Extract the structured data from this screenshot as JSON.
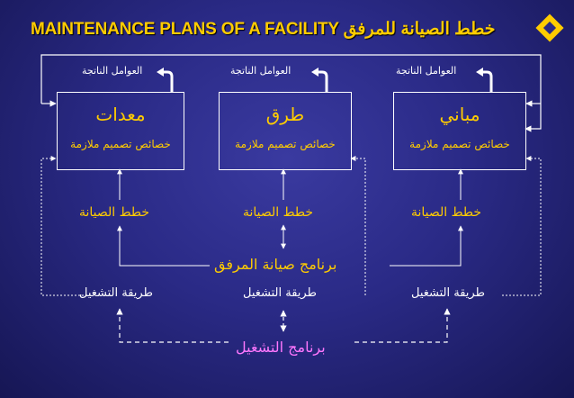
{
  "title": "MAINTENANCE PLANS OF A FACILITY خطط الصيانة للمرفق",
  "accent_color": "#ffcc00",
  "secondary_color": "#ff77ff",
  "icon": "diamond-bullet-icon",
  "columns": [
    {
      "name": "مباني",
      "properties": "خصائص تصميم ملازمة",
      "results": "العوامل الناتجة",
      "plans": "خطط الصيانة",
      "operation": "طريقة التشغيل"
    },
    {
      "name": "طرق",
      "properties": "خصائص تصميم ملازمة",
      "results": "العوامل الناتجة",
      "plans": "خطط الصيانة",
      "operation": "طريقة التشغيل"
    },
    {
      "name": "معدات",
      "properties": "خصائص تصميم ملازمة",
      "results": "العوامل الناتجة",
      "plans": "خطط الصيانة",
      "operation": "طريقة التشغيل"
    }
  ],
  "maintenance_program": "برنامج صيانة المرفق",
  "operation_program": "برنامج التشغيل"
}
